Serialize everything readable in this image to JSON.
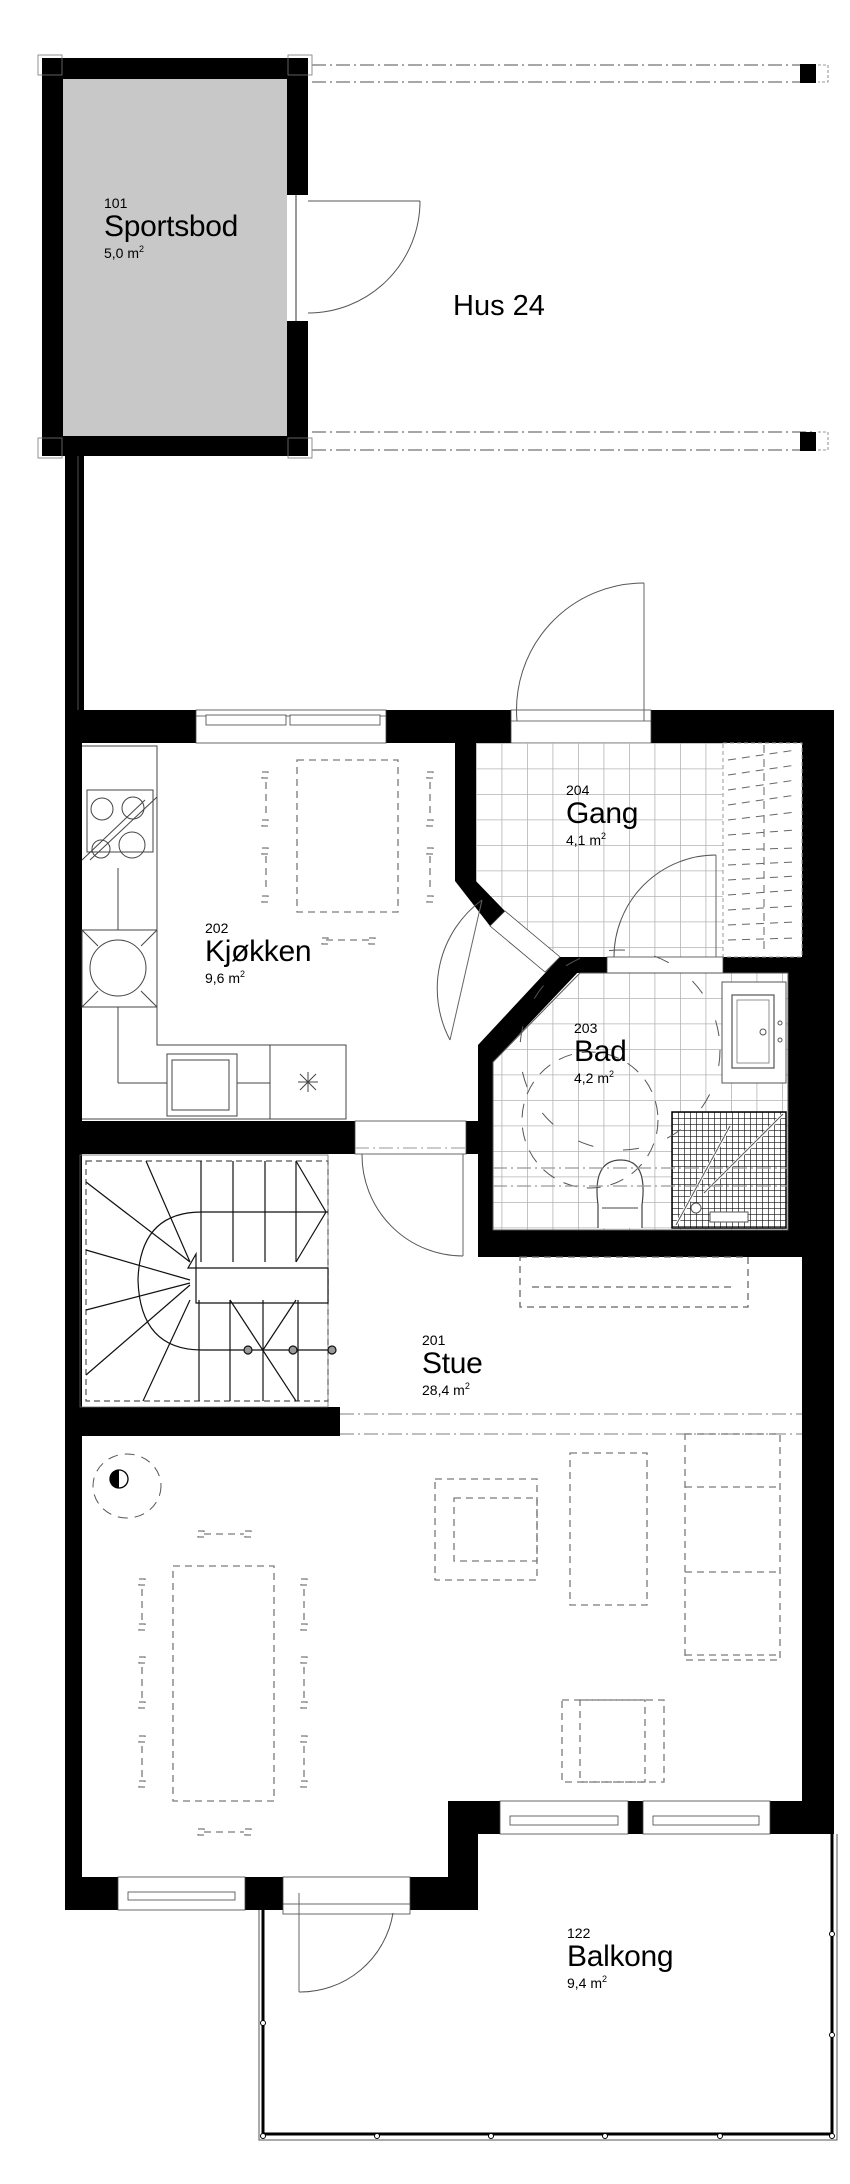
{
  "plan": {
    "house_label": "Hus 24",
    "area_unit_sup": "2",
    "rooms": [
      {
        "id": "101",
        "number": "101",
        "name": "Sportsbod",
        "area": "5,0 m",
        "fill": "#c8c8c8"
      },
      {
        "id": "204",
        "number": "204",
        "name": "Gang",
        "area": "4,1 m",
        "fill": "tile"
      },
      {
        "id": "202",
        "number": "202",
        "name": "Kjøkken",
        "area": "9,6 m",
        "fill": "#ffffff"
      },
      {
        "id": "203",
        "number": "203",
        "name": "Bad",
        "area": "4,2 m",
        "fill": "tile"
      },
      {
        "id": "201",
        "number": "201",
        "name": "Stue",
        "area": "28,4 m",
        "fill": "#ffffff"
      },
      {
        "id": "122",
        "number": "122",
        "name": "Balkong",
        "area": "9,4 m",
        "fill": "#ffffff"
      }
    ],
    "icons": {
      "fireplace": "fireplace-icon",
      "stove": "stove-icon",
      "sink": "sink-icon",
      "toilet": "toilet-icon",
      "shower": "shower-icon",
      "staircase": "staircase-icon"
    },
    "colors": {
      "wall": "#000000",
      "storage_fill": "#c8c8c8",
      "tile_line": "#b4b4b4",
      "furniture_dash": "#7a7a7a",
      "background": "#ffffff"
    }
  }
}
